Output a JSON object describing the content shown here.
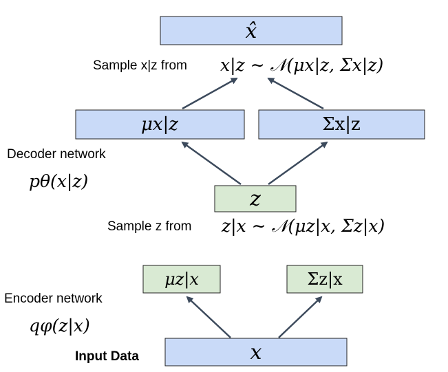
{
  "boxes": {
    "x_hat": "x̂",
    "mu_x_given_z": "μx|z",
    "sigma_x_given_z": "Σx|z",
    "z": "z",
    "mu_z_given_x": "μz|x",
    "sigma_z_given_x": "Σz|x",
    "x": "x"
  },
  "labels": {
    "sample_x_prefix": "Sample x|z from",
    "sample_x_formula": "x|z ∼ 𝒩(μx|z, Σx|z)",
    "decoder_network": "Decoder network",
    "decoder_formula": "pθ(x|z)",
    "sample_z_prefix": "Sample z from",
    "sample_z_formula": "z|x ∼ 𝒩(μz|x, Σz|x)",
    "encoder_network": "Encoder network",
    "encoder_formula": "qφ(z|x)",
    "input_data": "Input Data"
  },
  "colors": {
    "decoder_box_fill": "#c9daf8",
    "encoder_box_fill": "#d9ead3",
    "box_stroke": "#222222",
    "arrow": "#3c4a5c"
  }
}
